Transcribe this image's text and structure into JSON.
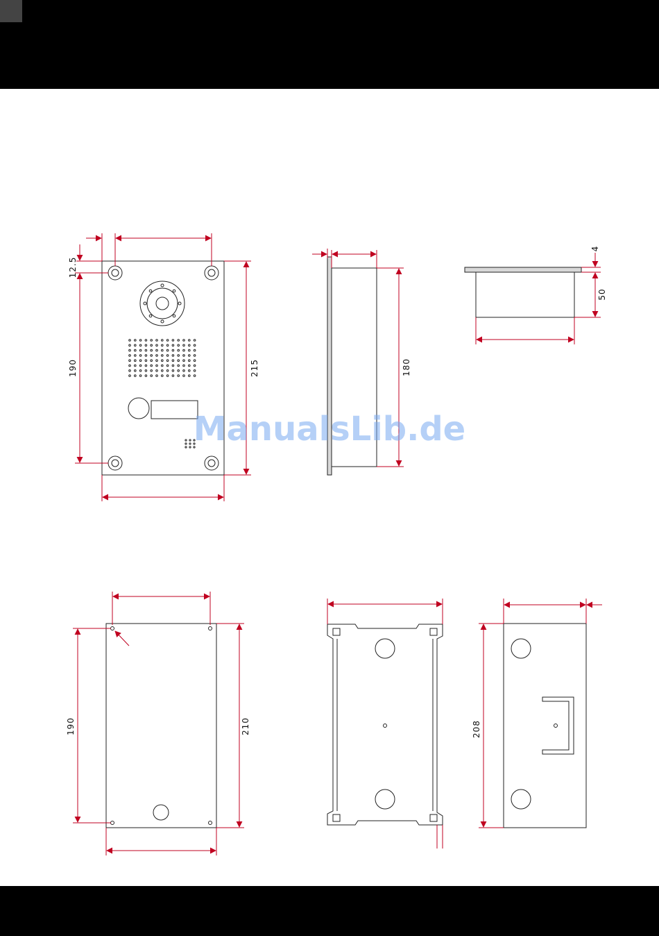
{
  "dimensions": {
    "front_top_offset": "12.5",
    "front_hole_spacing_v": "190",
    "front_height": "215",
    "side_depth": "180",
    "top_plate": "4",
    "top_body": "50",
    "cutout_hole_spacing_v": "190",
    "cutout_height": "210",
    "box_height": "208"
  },
  "watermark": "ManualsLib.de",
  "colors": {
    "dimension": "#c00020",
    "outline": "#222222"
  }
}
